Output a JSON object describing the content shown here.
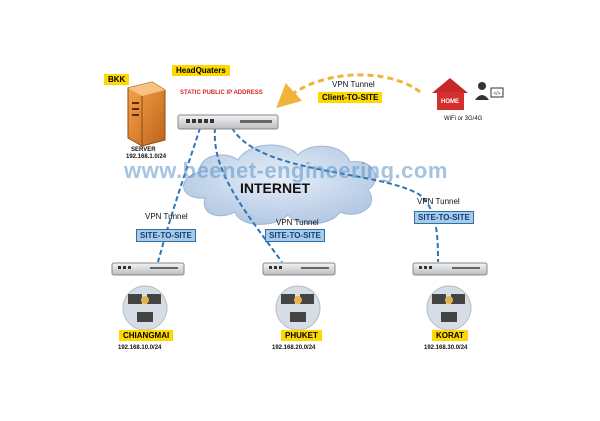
{
  "hq": {
    "site_label": "BKK",
    "title": "HeadQuaters",
    "static_ip_label": "STATIC PUBLIC IP ADDRESS",
    "server_label": "SERVER",
    "server_ip": "192.168.1.0/24"
  },
  "client_vpn": {
    "title": "VPN Tunnel",
    "type": "Client-TO-SITE",
    "home_label": "HOME",
    "connection_label": "WiFi or 3G/4G"
  },
  "internet_label": "INTERNET",
  "watermark": "www.beenet-engineering.com",
  "branches": [
    {
      "tunnel_title": "VPN Tunnel",
      "tunnel_type": "SITE-TO-SITE",
      "name": "CHIANGMAI",
      "subnet": "192.168.10.0/24"
    },
    {
      "tunnel_title": "VPN Tunnel",
      "tunnel_type": "SITE-TO-SITE",
      "name": "PHUKET",
      "subnet": "192.168.20.0/24"
    },
    {
      "tunnel_title": "VPN Tunnel",
      "tunnel_type": "SITE-TO-SITE",
      "name": "KORAT",
      "subnet": "192.168.30.0/24"
    }
  ],
  "colors": {
    "vpn_line": "#2f75b5",
    "client_arrow": "#f0b43a",
    "label_yellow": "#ffd800",
    "label_blue": "#a9cbe6",
    "cloud": "#c8d8ec"
  },
  "icons": [
    "server-icon",
    "router-icon",
    "house-icon",
    "laptop-icon",
    "cloud-icon",
    "computer-group-icon"
  ]
}
